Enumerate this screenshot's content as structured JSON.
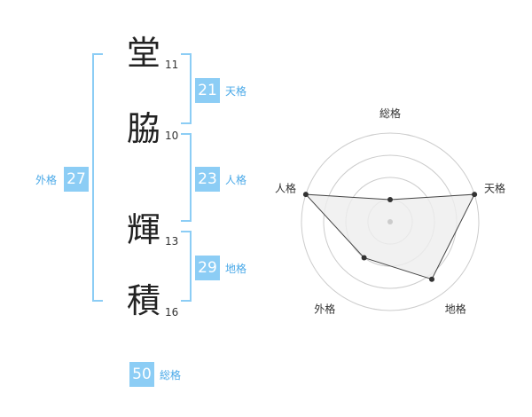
{
  "name_chars": [
    {
      "char": "堂",
      "strokes": "11"
    },
    {
      "char": "脇",
      "strokes": "10"
    },
    {
      "char": "輝",
      "strokes": "13"
    },
    {
      "char": "積",
      "strokes": "16"
    }
  ],
  "kaku": {
    "tenkaku": {
      "value": "21",
      "label": "天格"
    },
    "jinkaku": {
      "value": "23",
      "label": "人格"
    },
    "chikaku": {
      "value": "29",
      "label": "地格"
    },
    "gaikaku": {
      "value": "27",
      "label": "外格"
    },
    "soukaku": {
      "value": "50",
      "label": "総格"
    }
  },
  "chart_data": {
    "type": "radar",
    "axes": [
      "総格",
      "天格",
      "地格",
      "外格",
      "人格"
    ],
    "values": [
      0.25,
      1.0,
      0.8,
      0.5,
      1.0
    ],
    "range": [
      0,
      1
    ],
    "rings": 4,
    "colors": {
      "fill": "#eeeeee",
      "line": "#444444",
      "ring": "#cccccc",
      "point": "#333333"
    }
  },
  "colors": {
    "accent": "#8ccdf5",
    "accent_text": "#4aa9e8"
  }
}
